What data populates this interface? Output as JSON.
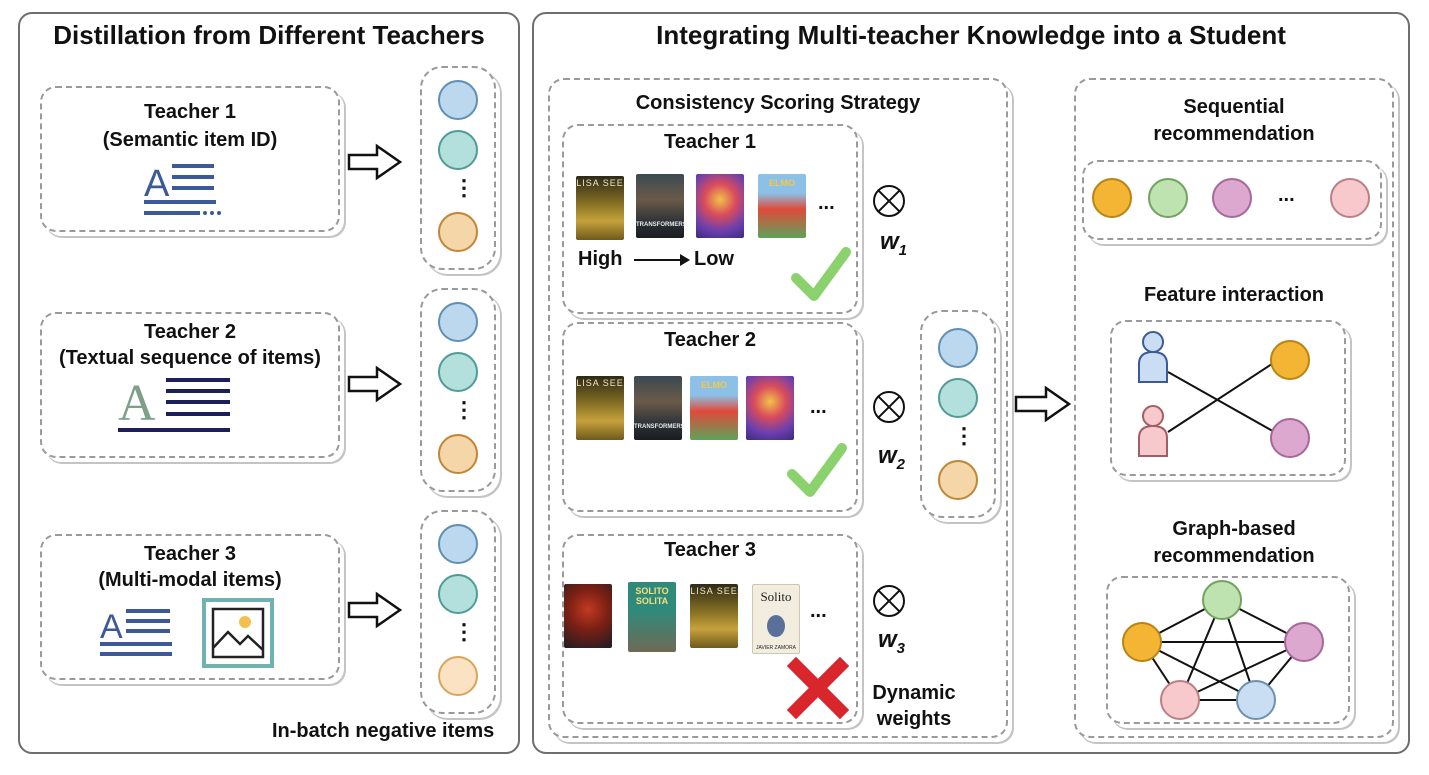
{
  "left": {
    "title": "Distillation from Different Teachers",
    "teachers": [
      {
        "name": "Teacher 1",
        "desc": "(Semantic item ID)"
      },
      {
        "name": "Teacher 2",
        "desc": "(Textual sequence of items)"
      },
      {
        "name": "Teacher 3",
        "desc": "(Multi-modal items)"
      }
    ],
    "negatives_label": "In-batch negative items",
    "ellipsis": "⋮"
  },
  "right": {
    "title": "Integrating Multi-teacher Knowledge into a Student",
    "consistency": {
      "title": "Consistency Scoring Strategy",
      "teachers": [
        {
          "name": "Teacher 1",
          "weight_base": "w",
          "weight_sub": "1",
          "verdict": "check"
        },
        {
          "name": "Teacher 2",
          "weight_base": "w",
          "weight_sub": "2",
          "verdict": "check"
        },
        {
          "name": "Teacher 3",
          "weight_base": "w",
          "weight_sub": "3",
          "verdict": "cross"
        }
      ],
      "high": "High",
      "low": "Low",
      "ellipsis": "...",
      "dynamic_weights": "Dynamic\nweights"
    },
    "student": {
      "sequential": "Sequential\nrecommendation",
      "feature": "Feature interaction",
      "graph": "Graph-based\nrecommendation",
      "ellipsis": "..."
    }
  },
  "posters": {
    "lisa_see": "LISA SEE",
    "transformers": "TRANSFORMERS",
    "elmo": "ELMO",
    "solito_solita": "SOLITO SOLITA",
    "solito": "Solito",
    "javier": "JAVIER ZAMORA"
  },
  "colors": {
    "border": "#6e6e6e",
    "dashed": "#9a9a9a",
    "icon_blue": "#3d5a98",
    "icon_navy": "#1d1f5a",
    "icon_sage": "#7ea08b",
    "frame_teal": "#6fb2b0",
    "check_green": "#8bd26e",
    "cross_red": "#d8262c"
  }
}
